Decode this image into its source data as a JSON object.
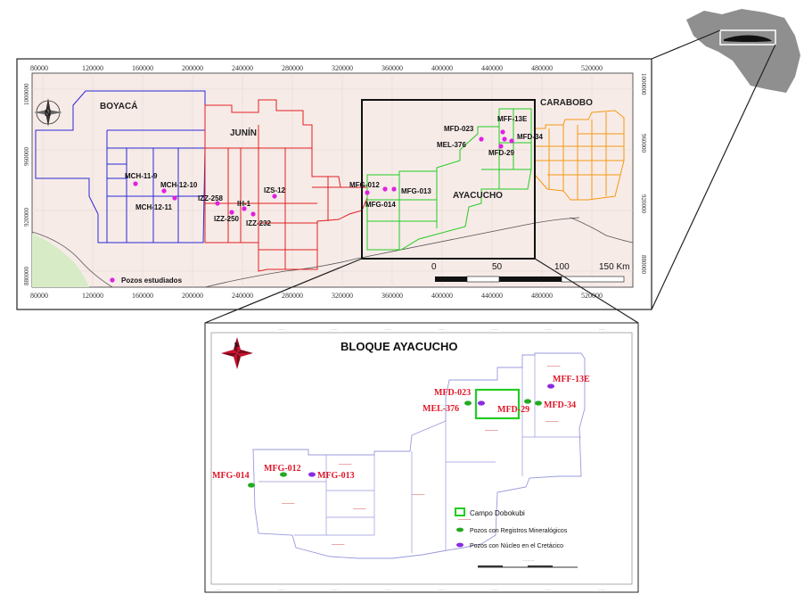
{
  "upper_map": {
    "x_ticks": [
      "80000",
      "120000",
      "160000",
      "200000",
      "240000",
      "280000",
      "320000",
      "360000",
      "400000",
      "440000",
      "480000",
      "520000"
    ],
    "y_ticks": [
      "1000000",
      "960000",
      "920000",
      "880000"
    ],
    "regions": {
      "boyaca": "BOYACÁ",
      "junin": "JUNÍN",
      "ayacucho": "AYACUCHO",
      "carabobo": "CARABOBO"
    },
    "wells": [
      "MCH-11-9",
      "MCH-12-10",
      "MCH-12-11",
      "IZZ-258",
      "IZZ-250",
      "IH-1",
      "IZZ-232",
      "IZS-12",
      "MFG-012",
      "MFG-013",
      "MFG-014",
      "MFD-023",
      "MEL-376",
      "MFF-13E",
      "MFD-34",
      "MFD-29"
    ],
    "legend_label": "Pozos estudiados",
    "scale_labels": [
      "0",
      "50",
      "100",
      "150 Km"
    ]
  },
  "lower_map": {
    "title": "BLOQUE AYACUCHO",
    "wells": [
      "MFD-023",
      "MEL-376",
      "MFD-29",
      "MFF-13E",
      "MFD-34",
      "MFG-014",
      "MFG-012",
      "MFG-013"
    ],
    "legend": {
      "campo": "Campo Dobokubi",
      "registros": "Pozos con Registros Mineralógicos",
      "nucleo": "Pozos con Núcleo en el Cretácico"
    }
  },
  "colors": {
    "boyaca": "#2a2ad6",
    "junin": "#e02020",
    "ayacucho": "#22cc22",
    "carabobo": "#f59a10",
    "well": "#e020e0",
    "label_red": "#e0182a",
    "registros": "#22aa22",
    "nucleo": "#8a2be2",
    "compass_red": "#c8102e",
    "block_outline": "#9999dd"
  },
  "icons": [
    "north-arrow-icon",
    "compass-rose-icon",
    "scale-bar-icon"
  ]
}
